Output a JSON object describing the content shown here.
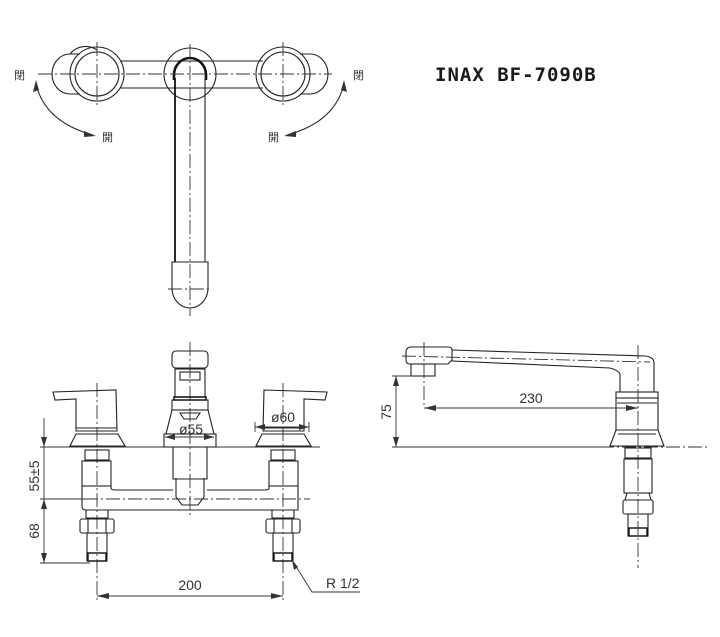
{
  "title": "INAX BF-7090B",
  "top_view": {
    "labels": {
      "left_close": "閉",
      "left_open": "開",
      "right_close": "閉",
      "right_open": "開"
    }
  },
  "front_view": {
    "dimensions": {
      "spout_base_diameter": "ø55",
      "handle_diameter": "ø60",
      "height_above_deck": "55±5",
      "height_below": "68",
      "center_distance": "200",
      "thread": "R 1/2"
    }
  },
  "side_view": {
    "dimensions": {
      "spout_height": "75",
      "spout_reach": "230"
    }
  },
  "colors": {
    "line": "#222222",
    "background": "#ffffff"
  }
}
